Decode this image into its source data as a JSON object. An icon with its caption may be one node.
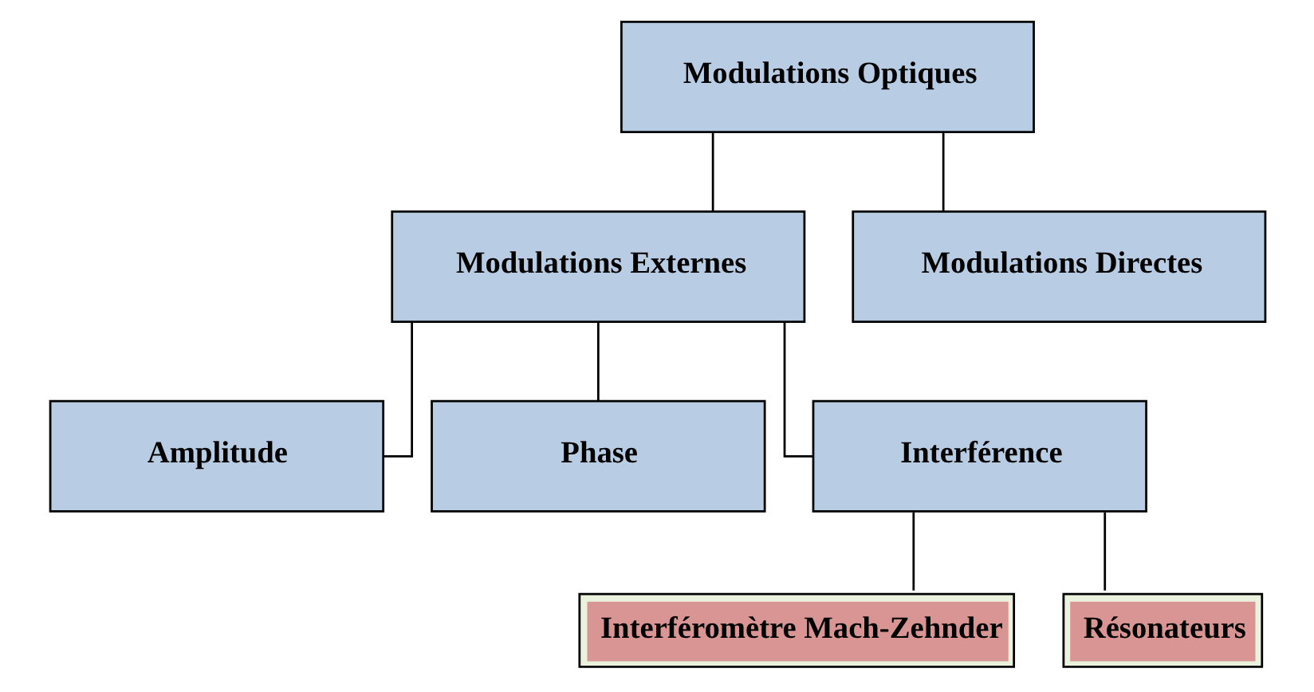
{
  "diagram": {
    "nodes": [
      {
        "text": [
          "Modulations Optiques"
        ]
      },
      {
        "text": [
          "Modulations Externes"
        ]
      },
      {
        "text": [
          "Modulations Directes"
        ]
      },
      {
        "text": [
          "Amplitude"
        ]
      },
      {
        "text": [
          "Phase"
        ]
      },
      {
        "text": [
          "Interférence"
        ]
      },
      {
        "text": [
          "Interféromètre Mach-Zehnder"
        ]
      },
      {
        "text": [
          "Résonateurs"
        ]
      }
    ],
    "edges": [
      {
        "from": 0,
        "to": 1,
        "arrow": "none"
      },
      {
        "from": 0,
        "to": 2,
        "arrow": "none"
      },
      {
        "from": 1,
        "to": 3,
        "arrow": "none"
      },
      {
        "from": 1,
        "to": 4,
        "arrow": "none"
      },
      {
        "from": 1,
        "to": 5,
        "arrow": "none"
      },
      {
        "from": 5,
        "to": 6,
        "arrow": "none"
      },
      {
        "from": 5,
        "to": 7,
        "arrow": "none"
      }
    ]
  }
}
